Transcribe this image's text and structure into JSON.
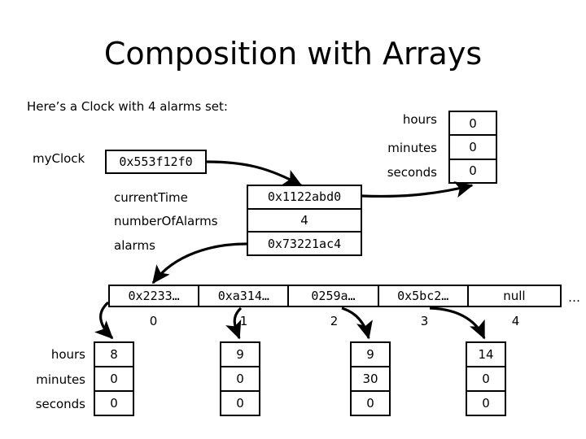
{
  "slide": {
    "title": "Composition with Arrays",
    "caption": "Here’s a Clock with 4 alarms set:"
  },
  "clock_ref": {
    "label": "myClock",
    "value": "0x553f12f0"
  },
  "time_object": {
    "rows": [
      {
        "label": "hours",
        "value": "0"
      },
      {
        "label": "minutes",
        "value": "0"
      },
      {
        "label": "seconds",
        "value": "0"
      }
    ]
  },
  "clock_object": {
    "rows": [
      {
        "label": "currentTime",
        "value": "0x1122abd0"
      },
      {
        "label": "numberOfAlarms",
        "value": "4"
      },
      {
        "label": "alarms",
        "value": "0x73221ac4"
      }
    ]
  },
  "alarms_array": {
    "cells": [
      {
        "value": "0x2233…",
        "index": "0"
      },
      {
        "value": "0xa314…",
        "index": "1"
      },
      {
        "value": "0259a…",
        "index": "2"
      },
      {
        "value": "0x5bc2…",
        "index": "3"
      },
      {
        "value": "null",
        "index": "4"
      }
    ],
    "overflow": "…"
  },
  "alarm_objects": {
    "row_labels": [
      "hours",
      "minutes",
      "seconds"
    ],
    "items": [
      {
        "hours": "8",
        "minutes": "0",
        "seconds": "0"
      },
      {
        "hours": "9",
        "minutes": "0",
        "seconds": "0"
      },
      {
        "hours": "9",
        "minutes": "30",
        "seconds": "0"
      },
      {
        "hours": "14",
        "minutes": "0",
        "seconds": "0"
      }
    ]
  },
  "colors": {
    "ink": "#000000",
    "paper": "#ffffff"
  }
}
